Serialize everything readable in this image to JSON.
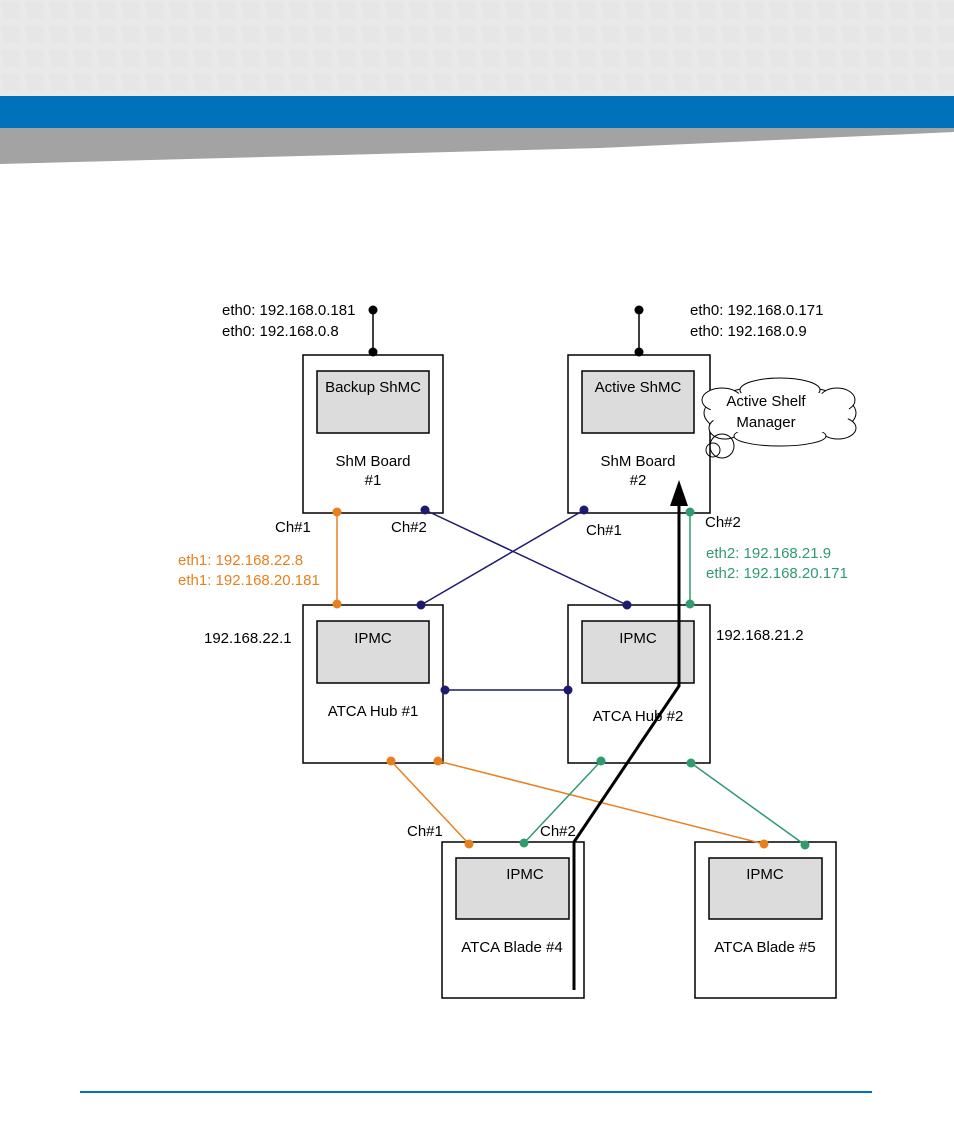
{
  "colors": {
    "brand_blue": "#0072bc",
    "navy_link": "#1e1a6e",
    "orange_link": "#e9801d",
    "green_link": "#2f9b6e",
    "box_fill": "#dcdcdc"
  },
  "shm_board_1": {
    "eth0_a": "eth0: 192.168.0.181",
    "eth0_b": "eth0: 192.168.0.8",
    "controller": "Backup ShMC",
    "label_line1": "ShM Board",
    "label_line2": "#1",
    "ch1": "Ch#1",
    "ch2": "Ch#2",
    "eth1_a": "eth1: 192.168.22.8",
    "eth1_b": "eth1: 192.168.20.181"
  },
  "shm_board_2": {
    "eth0_a": "eth0: 192.168.0.171",
    "eth0_b": "eth0: 192.168.0.9",
    "controller": "Active ShMC",
    "label_line1": "ShM Board",
    "label_line2": "#2",
    "ch1": "Ch#1",
    "ch2": "Ch#2",
    "eth2_a": "eth2: 192.168.21.9",
    "eth2_b": "eth2: 192.168.20.171",
    "callout_line1": "Active Shelf",
    "callout_line2": "Manager"
  },
  "hub_1": {
    "ip": "192.168.22.1",
    "controller": "IPMC",
    "label": "ATCA Hub #1"
  },
  "hub_2": {
    "ip": "192.168.21.2",
    "controller": "IPMC",
    "label": "ATCA Hub #2"
  },
  "blade_4": {
    "controller": "IPMC",
    "label": "ATCA Blade #4",
    "ch1": "Ch#1",
    "ch2": "Ch#2"
  },
  "blade_5": {
    "controller": "IPMC",
    "label": "ATCA Blade #5"
  }
}
